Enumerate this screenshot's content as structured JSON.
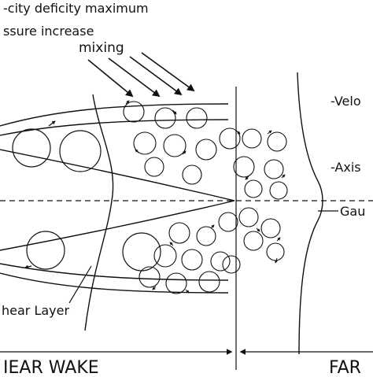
{
  "labels": {
    "velocity_deficity": "-city deficity maximum",
    "pressure_increase": "ssure increase",
    "mixing": "mixing",
    "velo": "-Velo",
    "axis": "-Axis",
    "gau": "Gau",
    "shear_layer": "hear Layer",
    "near_wake": "IEAR WAKE",
    "far": "FAR"
  },
  "colors": {
    "ink": "#111111",
    "background": "#ffffff"
  }
}
